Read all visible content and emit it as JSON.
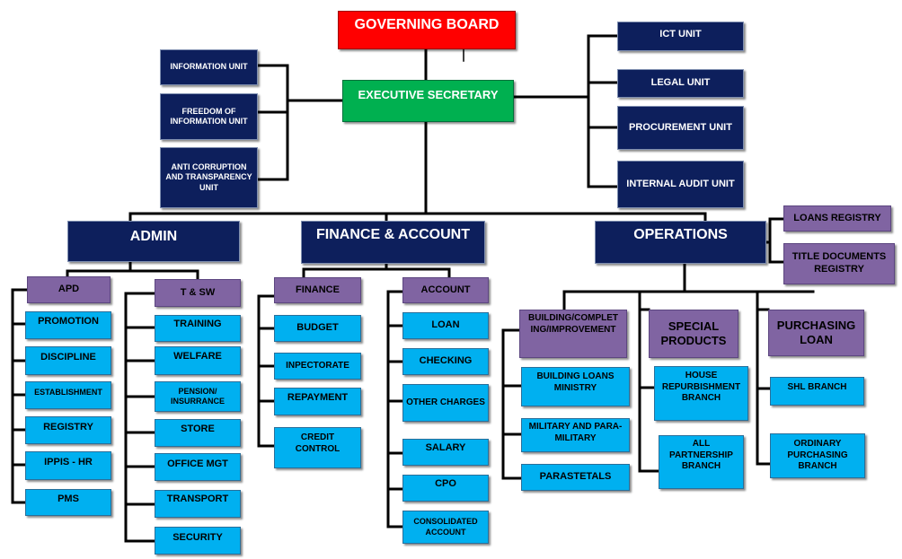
{
  "top": {
    "board": "GOVERNING BOARD",
    "exec": "EXECUTIVE SECRETARY"
  },
  "left_units": {
    "info": "INFORMATION UNIT",
    "foi": "FREEDOM OF INFORMATION UNIT",
    "acta": "ANTI CORRUPTION AND TRANSPARENCY UNIT"
  },
  "right_units": {
    "ict": "ICT UNIT",
    "legal": "LEGAL UNIT",
    "procurement": "PROCUREMENT UNIT",
    "audit": "INTERNAL AUDIT UNIT"
  },
  "departments": {
    "admin": "ADMIN",
    "finance": "FINANCE & ACCOUNT",
    "operations": "OPERATIONS"
  },
  "ops_registries": {
    "loans": "LOANS REGISTRY",
    "title": "TITLE DOCUMENTS REGISTRY"
  },
  "admin": {
    "apd": "APD",
    "apd_items": [
      "PROMOTION",
      "DISCIPLINE",
      "ESTABLISHMENT",
      "REGISTRY",
      "IPPIS - HR",
      "PMS"
    ],
    "tsw": "T & SW",
    "tsw_items": [
      "TRAINING",
      "WELFARE",
      "PENSION/ INSURRANCE",
      "STORE",
      "OFFICE MGT",
      "TRANSPORT",
      "SECURITY"
    ]
  },
  "finance": {
    "finance": "FINANCE",
    "finance_items": [
      "BUDGET",
      "INPECTORATE",
      "REPAYMENT",
      "CREDIT CONTROL"
    ],
    "account": "ACCOUNT",
    "account_items": [
      "LOAN",
      "CHECKING",
      "OTHER CHARGES",
      "SALARY",
      "CPO",
      "CONSOLIDATED ACCOUNT"
    ]
  },
  "operations": {
    "building": "BUILDING/COMPLET ING/IMPROVEMENT",
    "building_items": [
      "BUILDING LOANS MINISTRY",
      "MILITARY AND PARA-MILITARY",
      "PARASTETALS"
    ],
    "special": "SPECIAL PRODUCTS",
    "special_items": [
      "HOUSE REPURBISHMENT BRANCH",
      "ALL PARTNERSHIP BRANCH"
    ],
    "purchasing": "PURCHASING LOAN",
    "purchasing_items": [
      "SHL BRANCH",
      "ORDINARY PURCHASING BRANCH"
    ]
  },
  "colors": {
    "navy": "#0d1f5c",
    "purple": "#8064a2",
    "sky": "#00b0f0",
    "red": "#ff0000",
    "green": "#00b050",
    "connector": "#000000"
  }
}
